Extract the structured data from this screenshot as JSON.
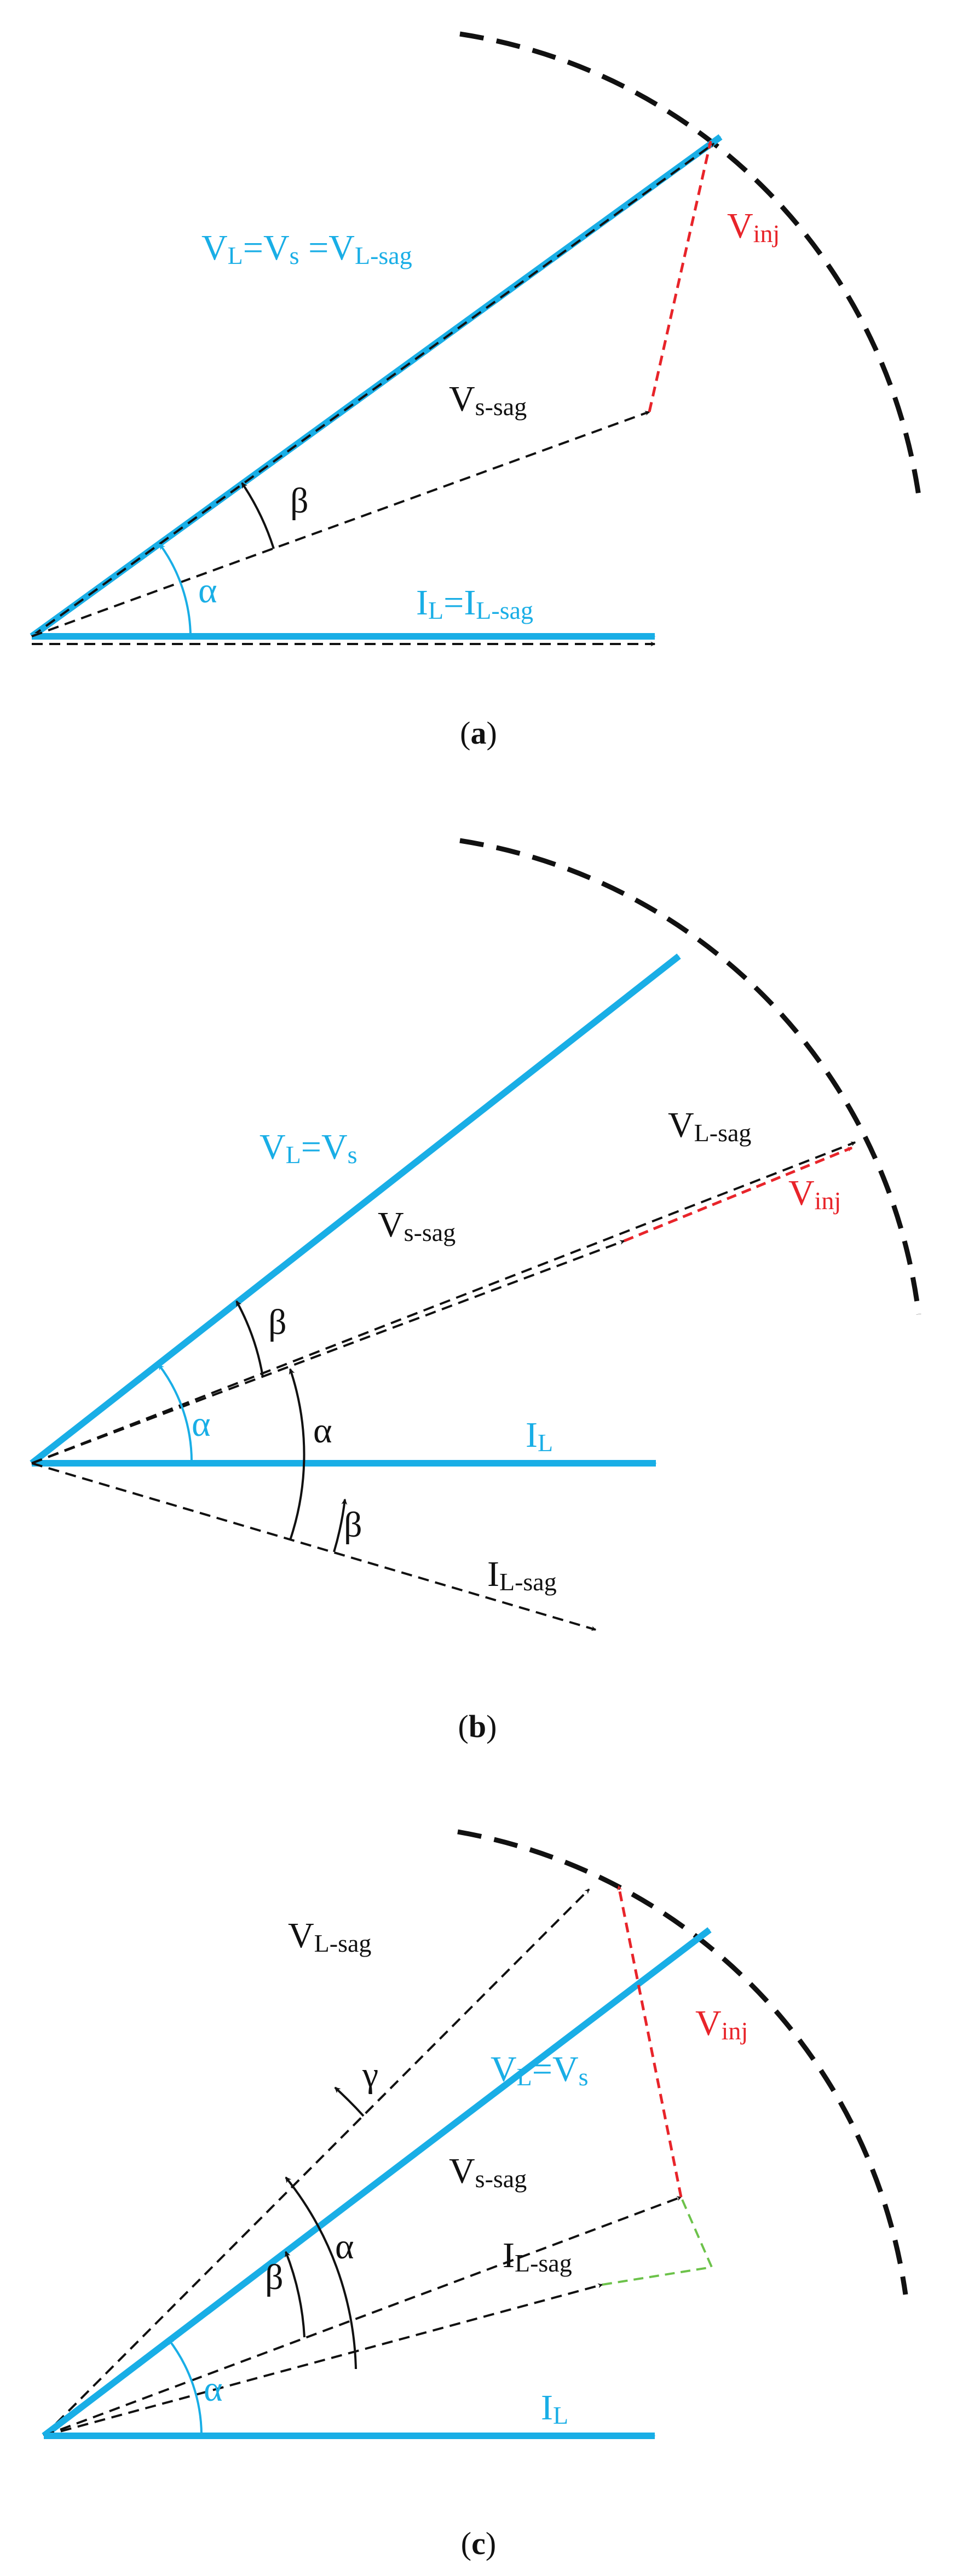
{
  "colors": {
    "blue": "#19aee6",
    "black": "#111111",
    "red": "#e8242a",
    "green": "#6cc24a"
  },
  "panels": [
    {
      "caption_open": "(",
      "caption_letter": "a",
      "caption_close": ")",
      "labels": {
        "vl_vs_main": "V",
        "vl_vs_sub1": "L",
        "vl_vs_eq1": "=V",
        "vl_vs_sub2": "s",
        "vl_vs_eq2": " =V",
        "vl_vs_sub3": "L-sag",
        "vinj_main": "V",
        "vinj_sub": "inj",
        "vssag_main": "V",
        "vssag_sub": "s-sag",
        "beta": "β",
        "alpha": "α",
        "il_main": "I",
        "il_sub1": "L",
        "il_eq": "=I",
        "il_sub2": "L-sag"
      }
    },
    {
      "caption_open": "(",
      "caption_letter": "b",
      "caption_close": ")",
      "labels": {
        "vl_vs_main": "V",
        "vl_vs_sub1": "L",
        "vl_vs_eq1": "=V",
        "vl_vs_sub2": "s",
        "vlsag_main": "V",
        "vlsag_sub": "L-sag",
        "vinj_main": "V",
        "vinj_sub": "inj",
        "vssag_main": "V",
        "vssag_sub": "s-sag",
        "beta_upper": "β",
        "alpha_blue": "α",
        "alpha_black": "α",
        "il_main": "I",
        "il_sub": "L",
        "beta_lower": "β",
        "ilsag_main": "I",
        "ilsag_sub": "L-sag"
      }
    },
    {
      "caption_open": "(",
      "caption_letter": "c",
      "caption_close": ")",
      "labels": {
        "vlsag_main": "V",
        "vlsag_sub": "L-sag",
        "vinj_main": "V",
        "vinj_sub": "inj",
        "vl_vs_main": "V",
        "vl_vs_sub1": "L",
        "vl_vs_eq1": "=V",
        "vl_vs_sub2": "s",
        "gamma": "γ",
        "vssag_main": "V",
        "vssag_sub": "s-sag",
        "beta": "β",
        "alpha_black": "α",
        "ilsag_main": "I",
        "ilsag_sub": "L-sag",
        "alpha_blue": "α",
        "il_main": "I",
        "il_sub": "L"
      }
    }
  ]
}
